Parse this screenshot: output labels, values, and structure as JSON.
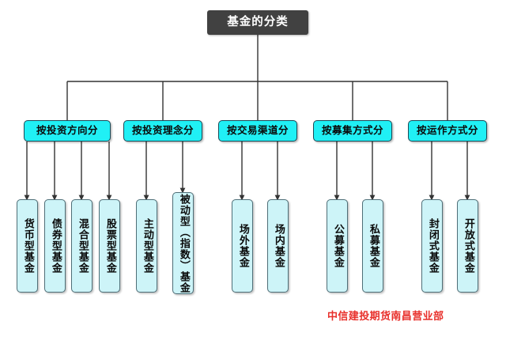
{
  "diagram": {
    "title": "基金的分类",
    "footer_note": "中信建投期货南昌营业部",
    "colors": {
      "root_fill": "#414141",
      "root_text": "#ffffff",
      "category_fill": "#20F0F5",
      "category_border": "#1b4a57",
      "leaf_fill": "#CDF4F8",
      "leaf_border": "#4f6f78",
      "connector": "#333333",
      "footer_text": "#E8302B",
      "background": "#ffffff"
    },
    "categories": [
      {
        "label": "按投资方向分",
        "children": [
          {
            "label": "货币型基金"
          },
          {
            "label": "债券型基金"
          },
          {
            "label": "混合型基金"
          },
          {
            "label": "股票型基金"
          }
        ]
      },
      {
        "label": "按投资理念分",
        "children": [
          {
            "label": "主动型基金"
          },
          {
            "label": "被动型（指数）基金"
          }
        ]
      },
      {
        "label": "按交易渠道分",
        "children": [
          {
            "label": "场外基金"
          },
          {
            "label": "场内基金"
          }
        ]
      },
      {
        "label": "按募集方式分",
        "children": [
          {
            "label": "公募基金"
          },
          {
            "label": "私募基金"
          }
        ]
      },
      {
        "label": "按运作方式分",
        "children": [
          {
            "label": "封闭式基金"
          },
          {
            "label": "开放式基金"
          }
        ]
      }
    ]
  }
}
